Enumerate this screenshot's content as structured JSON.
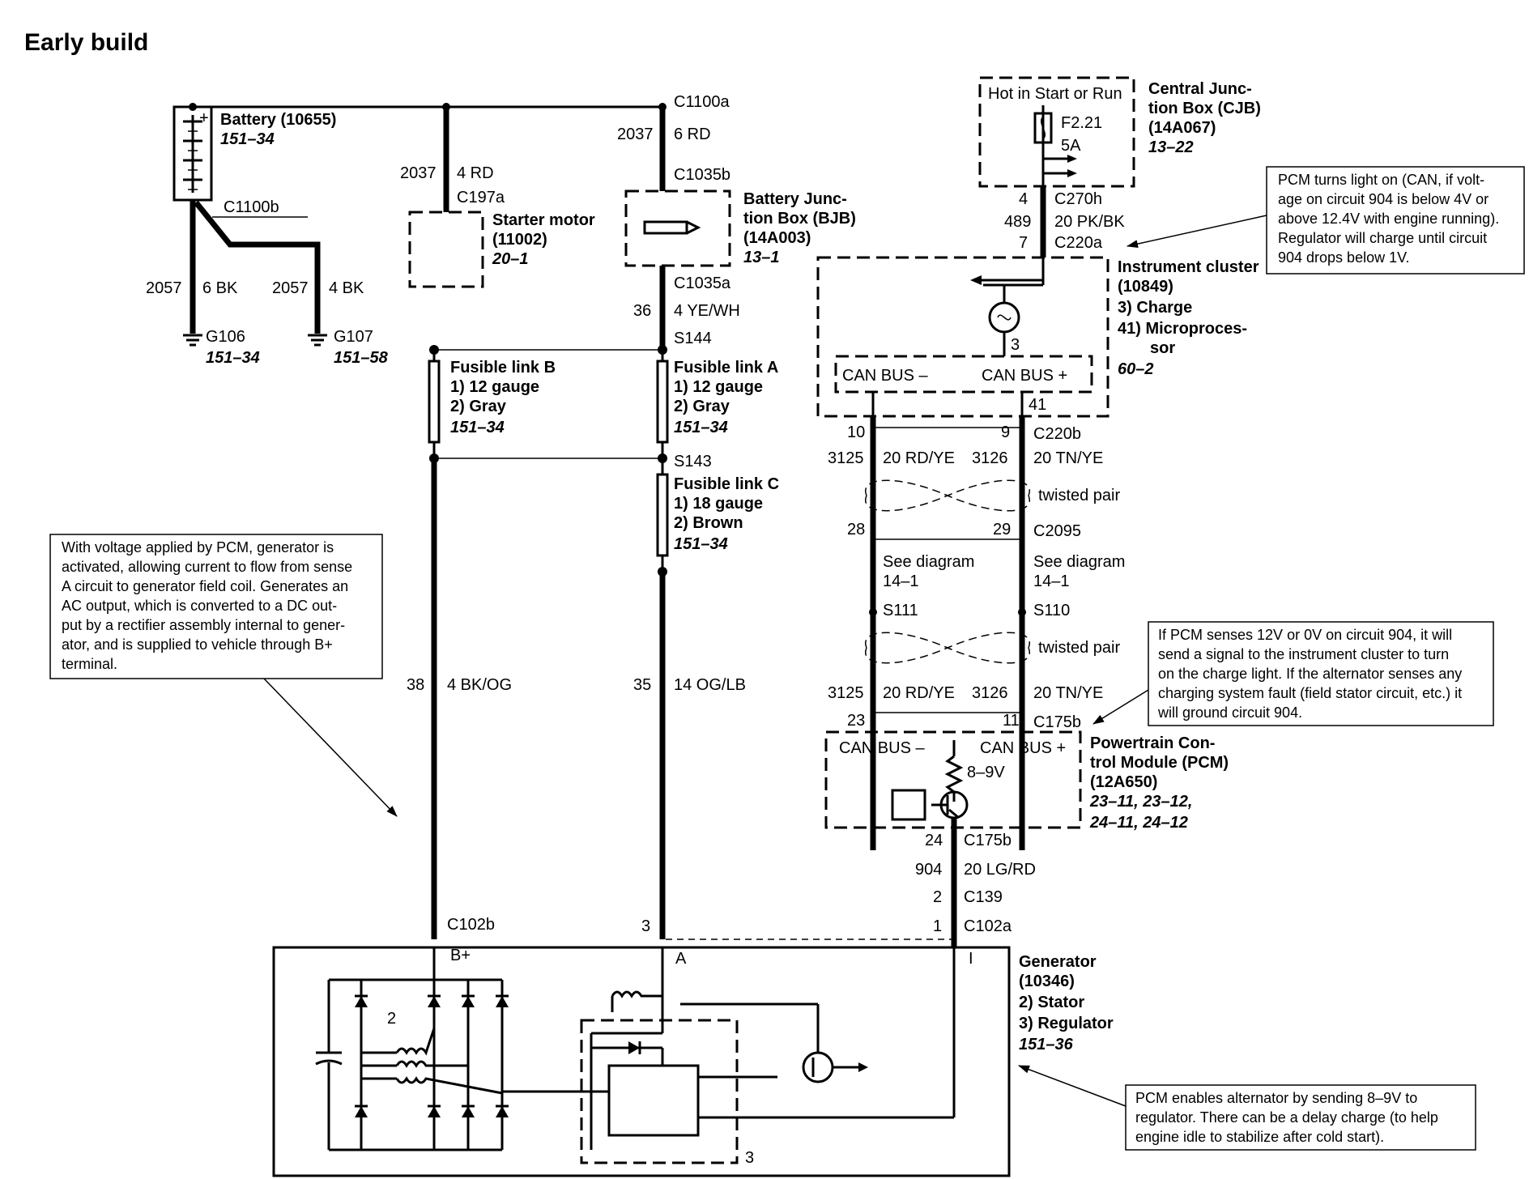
{
  "title": "Early build",
  "battery": {
    "name": "Battery (10655)",
    "ref": "151–34",
    "connector": "C1100b"
  },
  "grounds": [
    {
      "circuit": "2057",
      "wire": "6 BK",
      "name": "G106",
      "ref": "151–34"
    },
    {
      "circuit": "2057",
      "wire": "4 BK",
      "name": "G107",
      "ref": "151–58"
    }
  ],
  "starter": {
    "circuit": "2037",
    "wire": "4 RD",
    "connector": "C197a",
    "name_l1": "Starter motor",
    "name_l2": "(11002)",
    "ref": "20–1"
  },
  "bjb": {
    "top_connector": "C1100a",
    "circuit": "2037",
    "wire": "6 RD",
    "in_connector": "C1035b",
    "name_l1": "Battery Junc-",
    "name_l2": "tion Box (BJB)",
    "name_l3": "(14A003)",
    "ref": "13–1",
    "out_connector": "C1035a",
    "out_circuit": "36",
    "out_wire": "4 YE/WH"
  },
  "splices": {
    "s144": "S144",
    "s143": "S143",
    "s111": "S111",
    "s110": "S110"
  },
  "fusible_b": {
    "name": "Fusible link B",
    "l1": "1)   12 gauge",
    "l2": "2)   Gray",
    "ref": "151–34"
  },
  "fusible_a": {
    "name": "Fusible link A",
    "l1": "1)   12 gauge",
    "l2": "2)   Gray",
    "ref": "151–34"
  },
  "fusible_c": {
    "name": "Fusible link C",
    "l1": "1)   18 gauge",
    "l2": "2)   Brown",
    "ref": "151–34"
  },
  "bplus_circuit": {
    "circuit": "38",
    "wire": "4 BK/OG",
    "connector": "C102b",
    "pin": "B+"
  },
  "a_circuit": {
    "circuit": "35",
    "wire": "14 OG/LB",
    "pin_num": "3",
    "pin": "A"
  },
  "cjb": {
    "hot_label": "Hot in Start or Run",
    "fuse": "F2.21",
    "fuse_rating": "5A",
    "name_l1": "Central Junc-",
    "name_l2": "tion Box (CJB)",
    "name_l3": "(14A067)",
    "ref": "13–22"
  },
  "feed": {
    "pin_top": "4",
    "conn1": "C270h",
    "circuit": "489",
    "wire": "20 PK/BK",
    "pin_bot": "7",
    "conn2": "C220a"
  },
  "cluster": {
    "name_l1": "Instrument cluster",
    "name_l2": "(10849)",
    "l3": "3)   Charge",
    "l4": "41)  Microproces-",
    "l5": "sor",
    "ref": "60–2",
    "can_minus": "CAN BUS –",
    "can_plus": "CAN BUS +",
    "lamp_pin": "3",
    "pin41": "41"
  },
  "can": {
    "pin10": "10",
    "pin9": "9",
    "conn_c220b": "C220b",
    "circ_a": "3125",
    "wire_a": "20 RD/YE",
    "circ_b": "3126",
    "wire_b": "20 TN/YE",
    "twisted": "twisted pair",
    "pin28": "28",
    "pin29": "29",
    "conn_c2095": "C2095",
    "see": "See diagram",
    "see_ref": "14–1",
    "pin23": "23",
    "pin11": "11",
    "conn_c175b": "C175b"
  },
  "pcm": {
    "can_minus": "CAN BUS –",
    "can_plus": "CAN BUS +",
    "voltage": "8–9V",
    "name_l1": "Powertrain Con-",
    "name_l2": "trol Module (PCM)",
    "name_l3": "(12A650)",
    "ref_l1": "23–11, 23–12,",
    "ref_l2": "24–11, 24–12"
  },
  "i_circuit": {
    "pin24": "24",
    "conn_c175b": "C175b",
    "circuit": "904",
    "wire": "20 LG/RD",
    "pin2": "2",
    "conn_c139": "C139",
    "pin1": "1",
    "conn_c102a": "C102a",
    "pin": "I"
  },
  "generator": {
    "name_l1": "Generator",
    "name_l2": "(10346)",
    "l3": "2)   Stator",
    "l4": "3)   Regulator",
    "ref": "151–36",
    "stator_num": "2",
    "regulator_num": "3"
  },
  "notes": {
    "pcm_light": [
      "PCM turns light on (CAN, if volt-",
      "age on circuit 904 is below 4V or",
      "above 12.4V with engine running).",
      "Regulator will charge until circuit",
      "904 drops below 1V."
    ],
    "generator_desc": [
      "With voltage applied by PCM, generator is",
      "activated, allowing current to flow from sense",
      "A circuit to generator field coil. Generates an",
      "AC output, which is converted to a DC out-",
      "put by a rectifier assembly internal to gener-",
      "ator, and is supplied to vehicle through B+",
      "terminal."
    ],
    "pcm_senses": [
      "If PCM senses 12V or 0V on circuit 904, it will",
      "send a signal to the instrument cluster to turn",
      "on the charge light. If the alternator senses any",
      "charging system fault (field stator circuit, etc.) it",
      "will ground circuit 904."
    ],
    "pcm_enables": [
      "PCM enables alternator by sending 8–9V to",
      "regulator. There can be a delay charge (to help",
      "engine idle to stabilize after cold start)."
    ]
  }
}
